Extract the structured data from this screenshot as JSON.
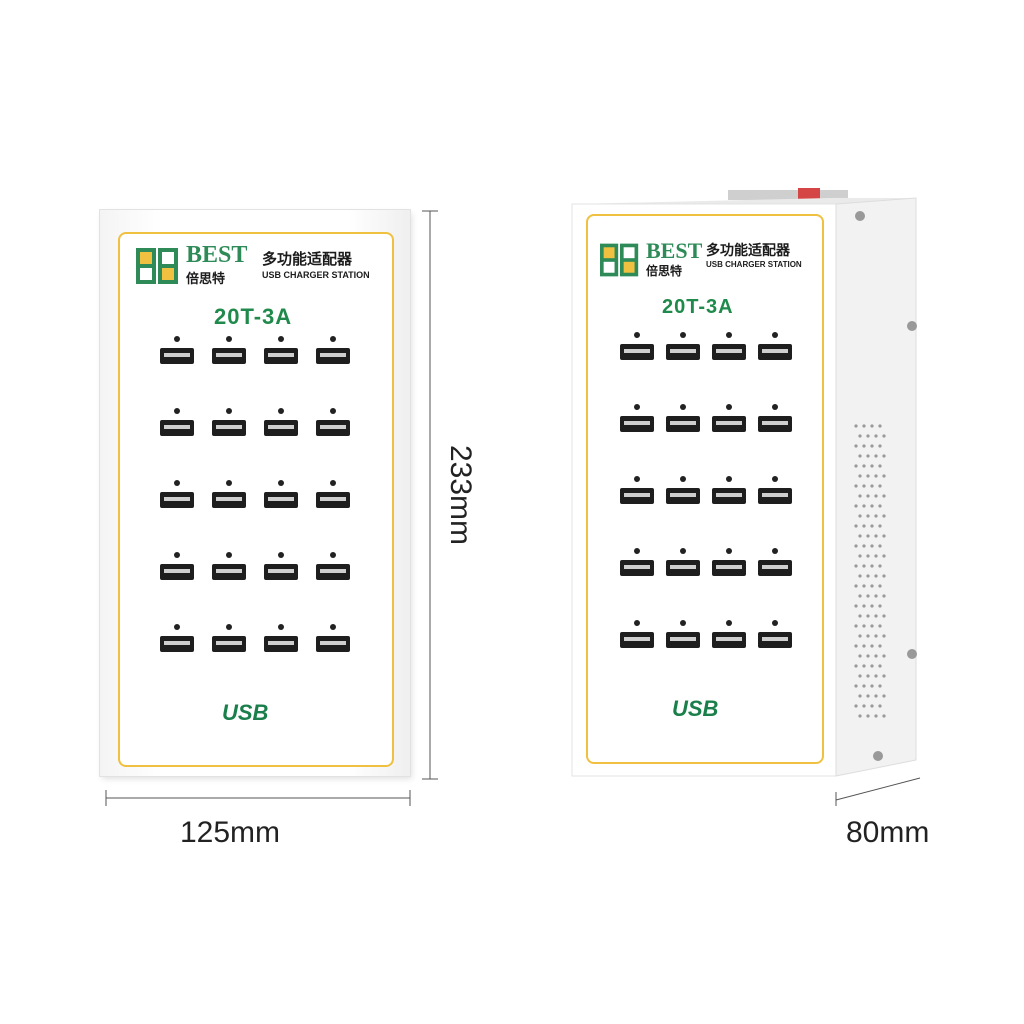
{
  "front": {
    "brand": "BEST",
    "brand_cn": "倍思特",
    "title_cn": "多功能适配器",
    "subtitle": "USB CHARGER STATION",
    "model": "20T-3A",
    "usb_logo": "USB",
    "usb_ports": {
      "rows": 5,
      "cols": 4
    }
  },
  "side": {
    "brand": "BEST",
    "brand_cn": "倍思特",
    "title_cn": "多功能适配器",
    "subtitle": "USB CHARGER STATION",
    "model": "20T-3A",
    "usb_logo": "USB",
    "usb_ports": {
      "rows": 5,
      "cols": 4
    }
  },
  "dimensions": {
    "height": "233mm",
    "width": "125mm",
    "depth": "80mm"
  },
  "colors": {
    "accent_green": "#1f8a4c",
    "border_yellow": "#f0c040",
    "switch_red": "#d64545"
  }
}
